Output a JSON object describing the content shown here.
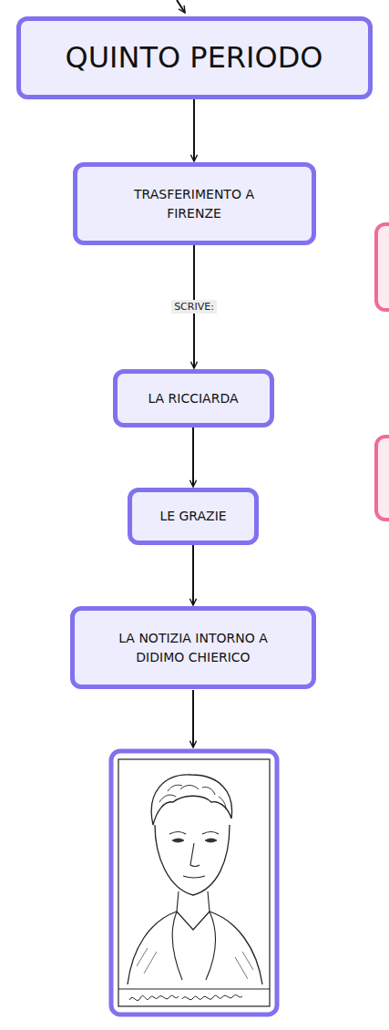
{
  "diagram": {
    "nodes": [
      {
        "text": [
          "QUINTO PERIODO"
        ]
      },
      {
        "text": [
          "TRASFERIMENTO A FIRENZE"
        ]
      },
      {
        "text": [
          "LA RICCIARDA"
        ]
      },
      {
        "text": [
          "LE GRAZIE"
        ]
      },
      {
        "text": [
          "LA NOTIZIA INTORNO A DIDIMO CHIERICO"
        ]
      }
    ],
    "edges": [
      {
        "from": 0,
        "to": 1,
        "arrow": "to"
      },
      {
        "from": 1,
        "to": 2,
        "label": "SCRIVE:",
        "arrow": "to"
      },
      {
        "from": 2,
        "to": 3,
        "arrow": "to"
      },
      {
        "from": 3,
        "to": 4,
        "arrow": "to"
      }
    ]
  }
}
